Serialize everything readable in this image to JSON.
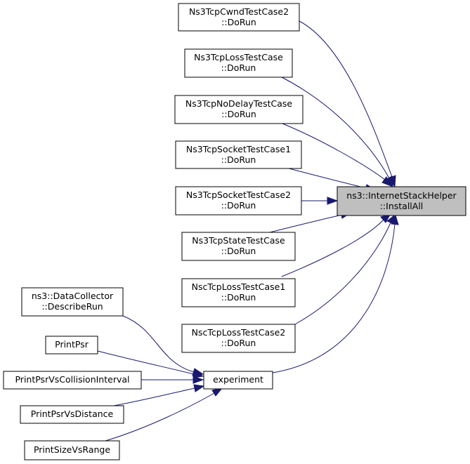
{
  "target": {
    "line1": "ns3::InternetStackHelper",
    "line2": "::InstallAll"
  },
  "callers": [
    {
      "line1": "Ns3TcpCwndTestCase2",
      "line2": "::DoRun"
    },
    {
      "line1": "Ns3TcpLossTestCase",
      "line2": "::DoRun"
    },
    {
      "line1": "Ns3TcpNoDelayTestCase",
      "line2": "::DoRun"
    },
    {
      "line1": "Ns3TcpSocketTestCase1",
      "line2": "::DoRun"
    },
    {
      "line1": "Ns3TcpSocketTestCase2",
      "line2": "::DoRun"
    },
    {
      "line1": "Ns3TcpStateTestCase",
      "line2": "::DoRun"
    },
    {
      "line1": "NscTcpLossTestCase1",
      "line2": "::DoRun"
    },
    {
      "line1": "NscTcpLossTestCase2",
      "line2": "::DoRun"
    }
  ],
  "experiment": {
    "label": "experiment"
  },
  "experiment_callers": [
    {
      "line1": "ns3::DataCollector",
      "line2": "::DescribeRun"
    },
    {
      "line1": "PrintPsr"
    },
    {
      "line1": "PrintPsrVsCollisionInterval"
    },
    {
      "line1": "PrintPsrVsDistance"
    },
    {
      "line1": "PrintSizeVsRange"
    }
  ],
  "colors": {
    "edge": "#191970",
    "target_fill": "#bfbfbf",
    "node_fill": "#ffffff",
    "node_stroke": "#000000"
  }
}
